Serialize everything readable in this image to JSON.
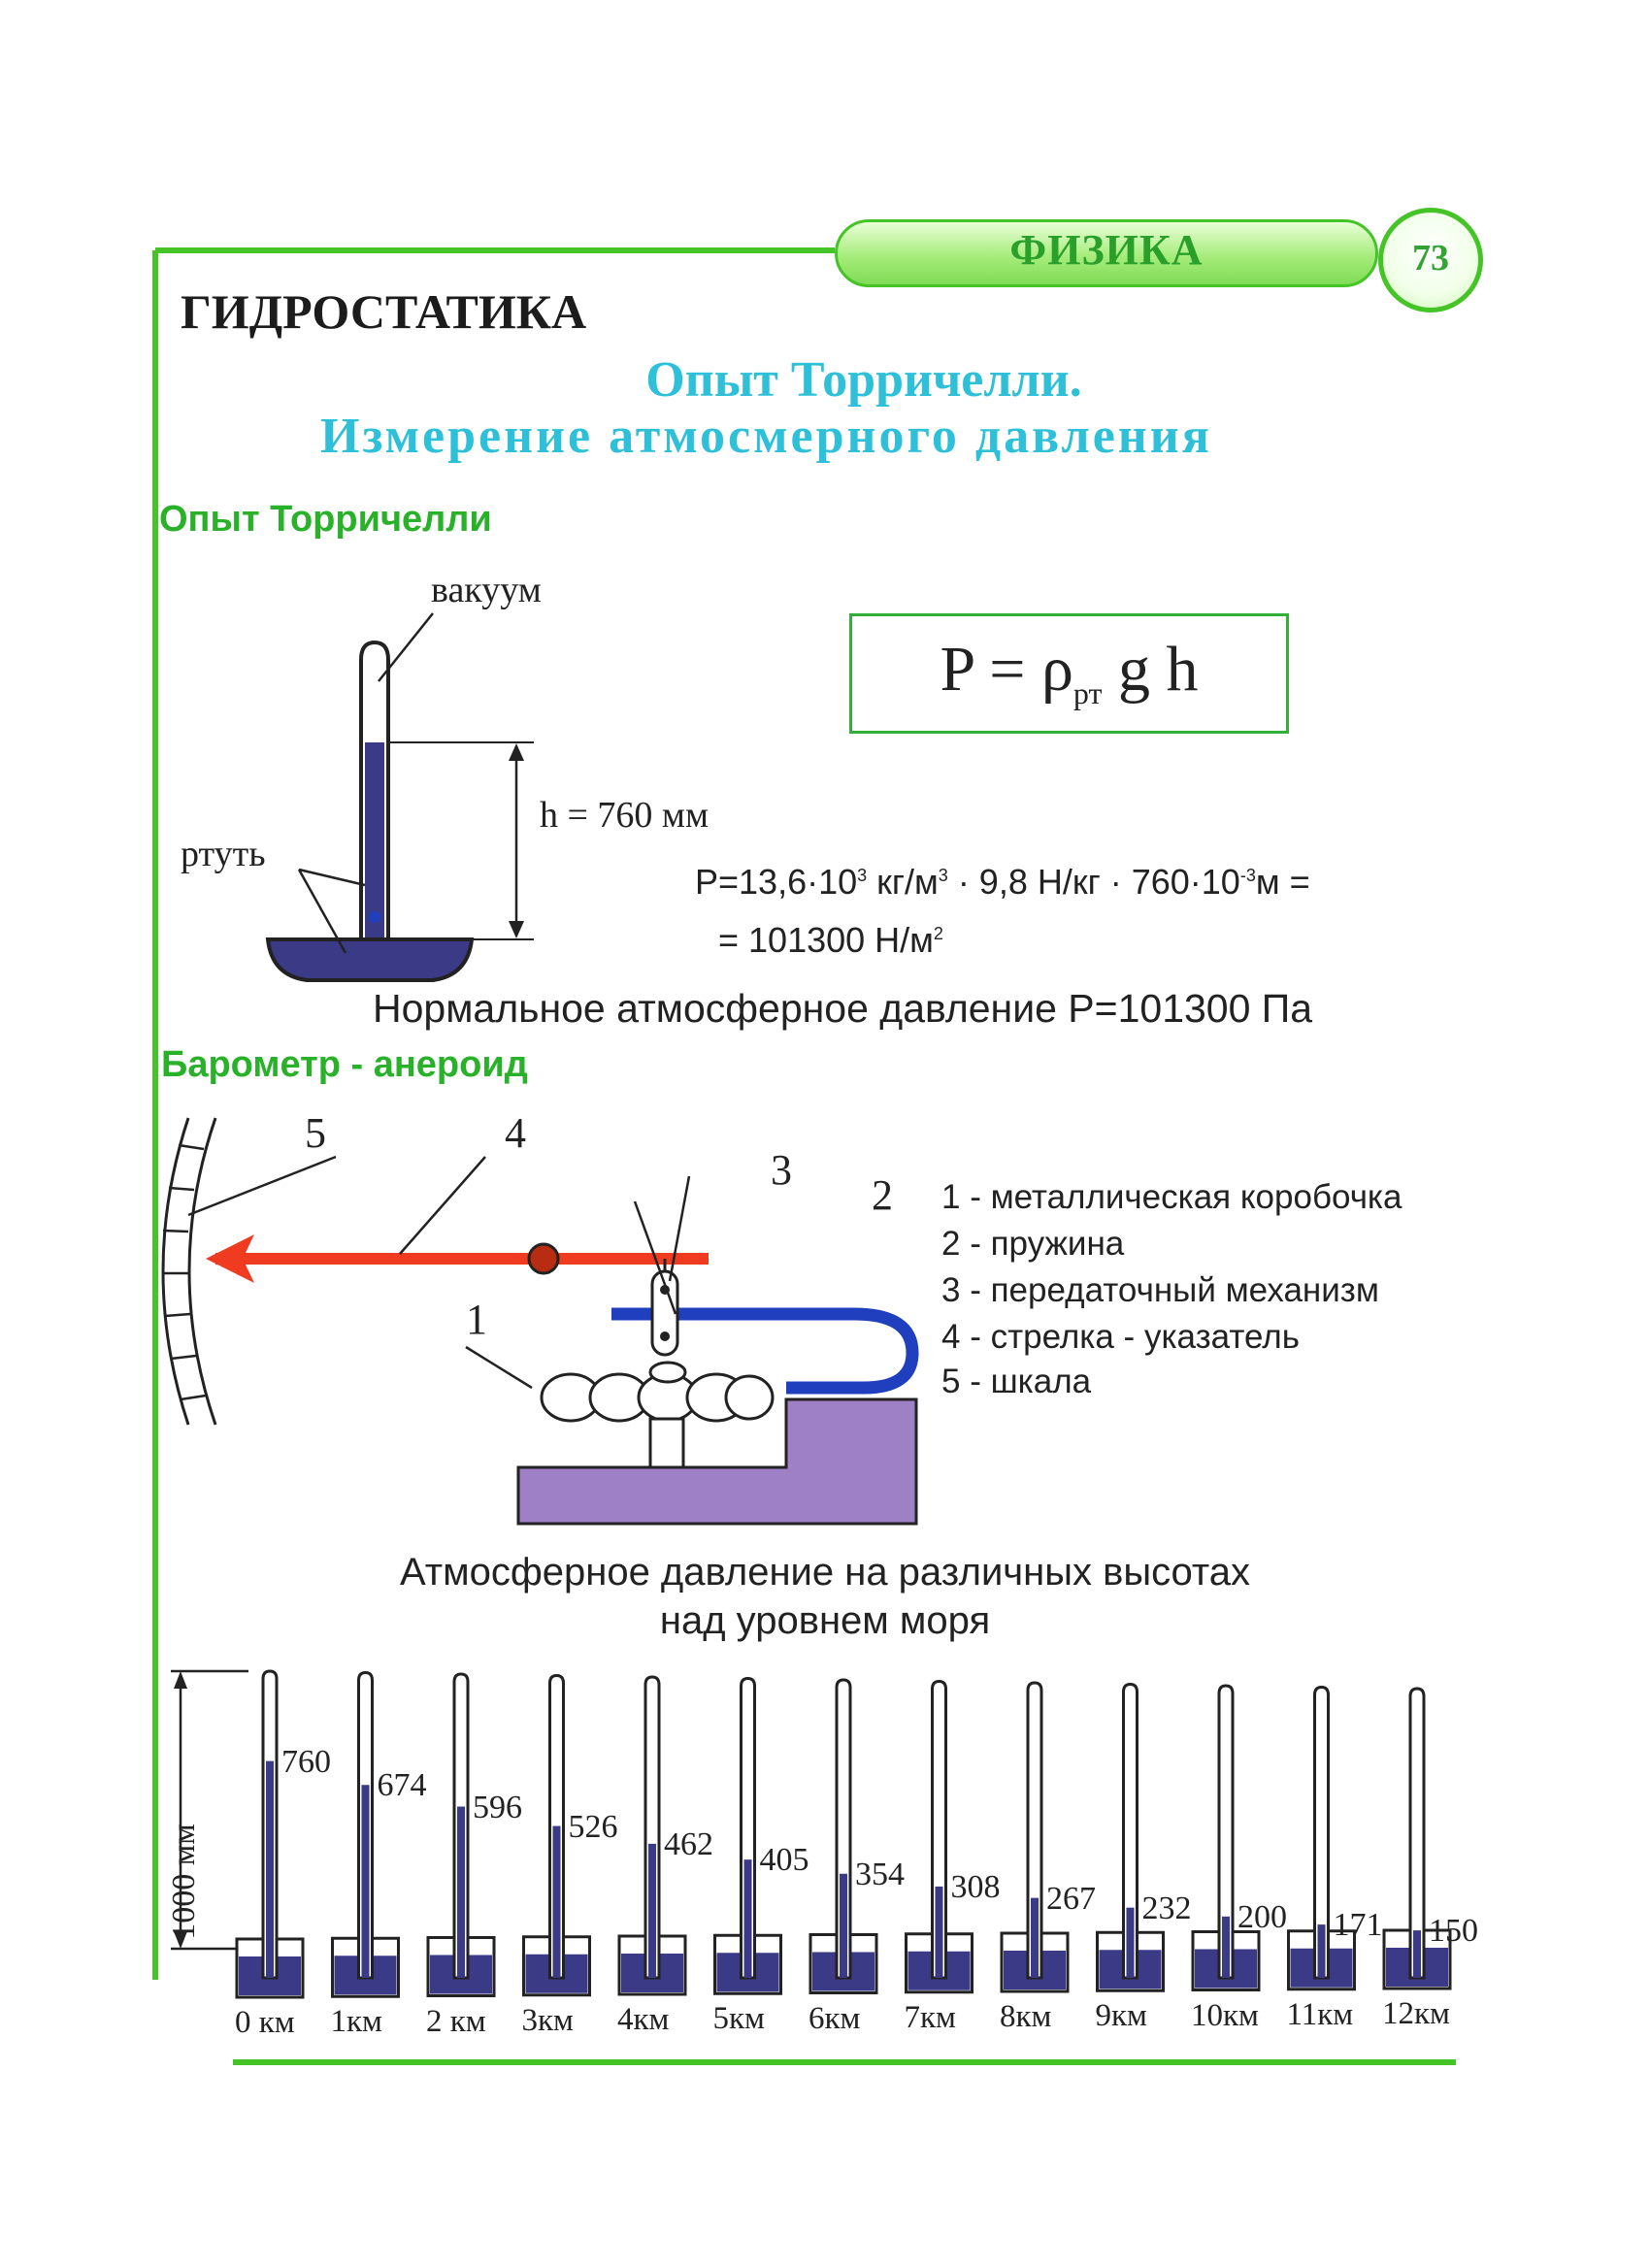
{
  "header": {
    "subject": "ФИЗИКА",
    "page_number": "73",
    "section": "ГИДРОСТАТИКА"
  },
  "title": {
    "line1": "Опыт Торричелли.",
    "line2": "Измерение атмосмерного давления"
  },
  "torricelli": {
    "heading": "Опыт  Торричелли",
    "vacuum_label": "вакуум",
    "mercury_label": "ртуть",
    "height_label": "h = 760 мм",
    "formula_main": "P = ρ",
    "formula_sub": "рт",
    "formula_tail": " g h",
    "calc": {
      "line1_a": "P=13,6·10",
      "line1_exp1": "3",
      "line1_b": " кг/м",
      "line1_exp2": "3",
      "line1_c": " · 9,8 Н/кг · 760·10",
      "line1_exp3": "-3",
      "line1_d": "м =",
      "line2_a": "= 101300 Н/м",
      "line2_exp": "2"
    },
    "normal_pressure": "Нормальное атмосферное давление P=101300 Па"
  },
  "barometer": {
    "heading": "Барометр - анероид",
    "callouts": [
      "1",
      "2",
      "3",
      "4",
      "5"
    ],
    "legend": [
      "1 - металлическая коробочка",
      "2 - пружина",
      "3 - передаточный механизм",
      "4 - стрелка - указатель",
      "5 - шкала"
    ]
  },
  "altitude_chart": {
    "title_line1": "Атмосферное давление на различных высотах",
    "title_line2": "над уровнем моря",
    "scale_label": "1000 мм",
    "scale_max_mm": 1000,
    "columns": [
      {
        "altitude": "0 км",
        "pressure": 760
      },
      {
        "altitude": "1км",
        "pressure": 674
      },
      {
        "altitude": "2 км",
        "pressure": 596
      },
      {
        "altitude": "3км",
        "pressure": 526
      },
      {
        "altitude": "4км",
        "pressure": 462
      },
      {
        "altitude": "5км",
        "pressure": 405
      },
      {
        "altitude": "6км",
        "pressure": 354
      },
      {
        "altitude": "7км",
        "pressure": 308
      },
      {
        "altitude": "8км",
        "pressure": 267
      },
      {
        "altitude": "9км",
        "pressure": 232
      },
      {
        "altitude": "10км",
        "pressure": 200
      },
      {
        "altitude": "11км",
        "pressure": 171
      },
      {
        "altitude": "12км",
        "pressure": 150
      }
    ]
  },
  "colors": {
    "accent_green": "#45c427",
    "title_cyan": "#2ec0d8",
    "mercury": "#3a3a86",
    "arrow_red": "#ef3b1f",
    "spring_blue": "#1f3fbf",
    "box_lavender": "#9e80c7"
  }
}
